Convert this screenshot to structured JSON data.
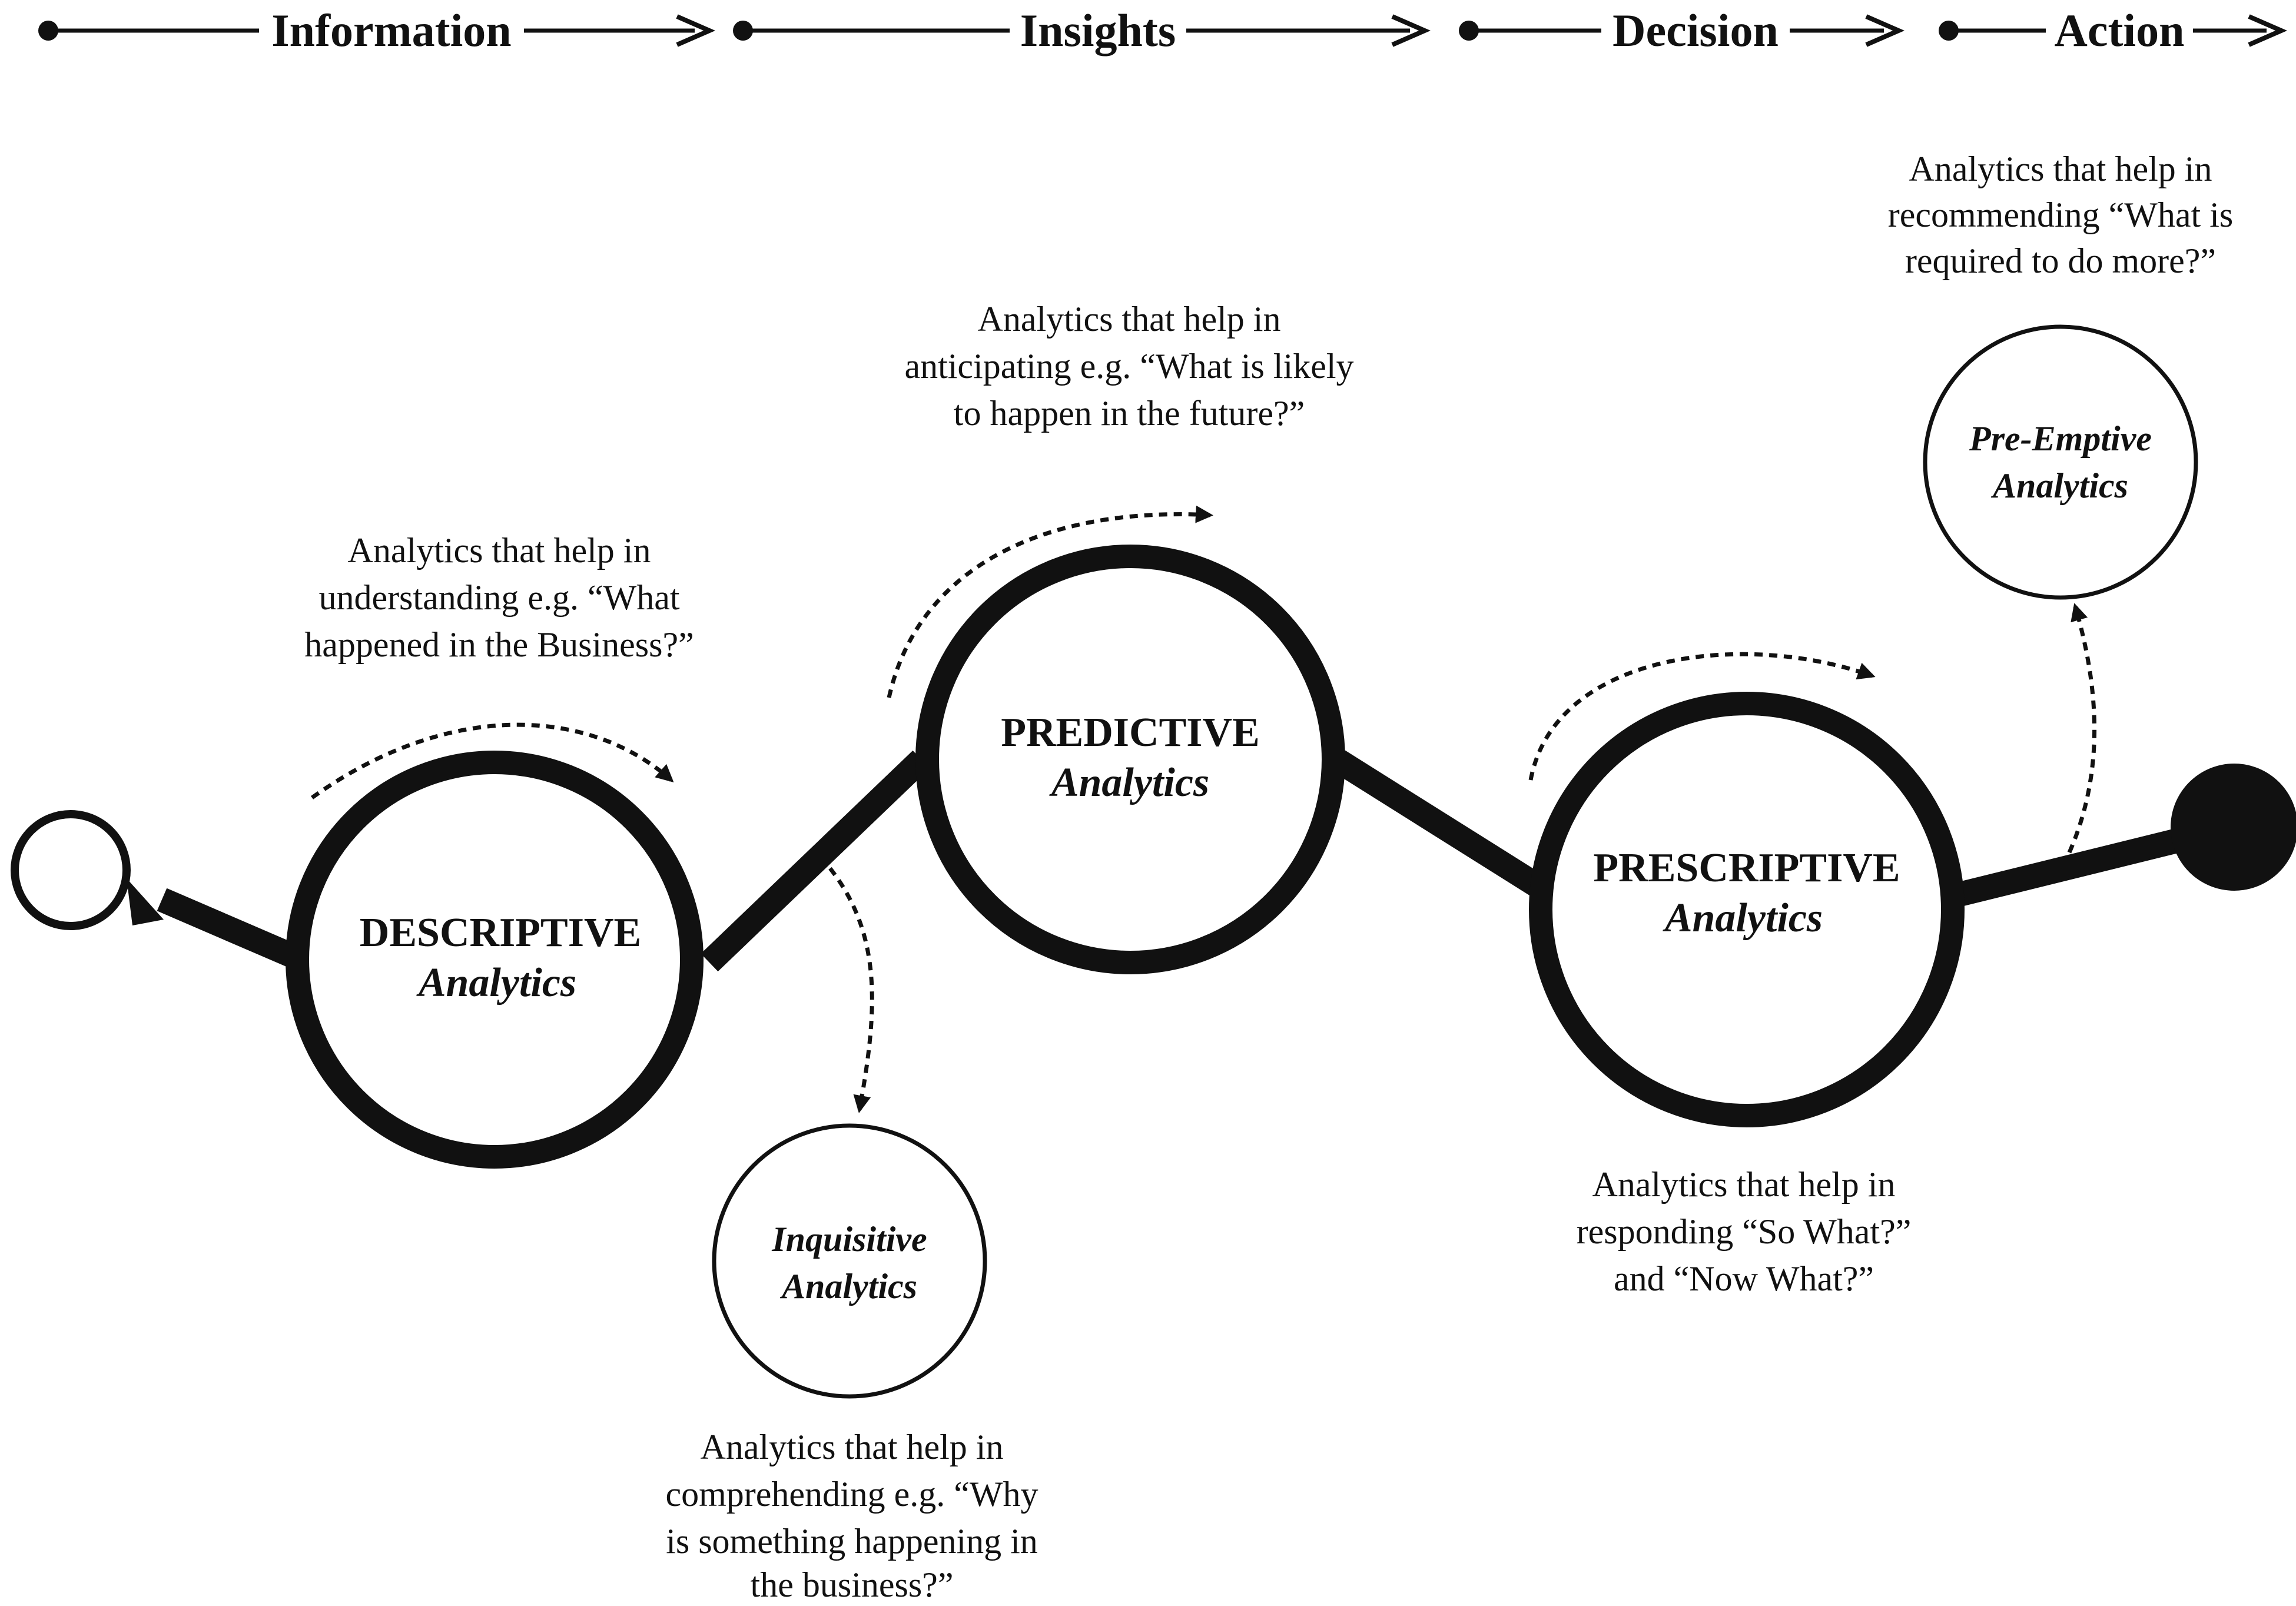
{
  "stages": [
    {
      "label": "Information"
    },
    {
      "label": "Insights"
    },
    {
      "label": "Decision"
    },
    {
      "label": "Action"
    }
  ],
  "nodes": {
    "descriptive": {
      "title": "DESCRIPTIVE",
      "subtitle": "Analytics"
    },
    "predictive": {
      "title": "PREDICTIVE",
      "subtitle": "Analytics"
    },
    "prescriptive": {
      "title": "PRESCRIPTIVE",
      "subtitle": "Analytics"
    },
    "inquisitive": {
      "title": "Inquisitive",
      "subtitle": "Analytics"
    },
    "preemptive": {
      "title": "Pre-Emptive",
      "subtitle": "Analytics"
    }
  },
  "captions": {
    "descriptive": [
      "Analytics that help in",
      "understanding e.g. “What",
      "happened in the Business?”"
    ],
    "predictive": [
      "Analytics that help in",
      "anticipating e.g. “What is likely",
      "to happen in the future?”"
    ],
    "prescriptive": [
      "Analytics that help in",
      "responding “So What?”",
      "and “Now What?”"
    ],
    "inquisitive": [
      "Analytics that help in",
      "comprehending e.g. “Why",
      "is something happening in",
      "the business?”"
    ],
    "preemptive": [
      "Analytics that help in",
      "recommending “What is",
      "required to do more?”"
    ]
  },
  "colors": {
    "ink": "#111111",
    "background": "#ffffff"
  }
}
